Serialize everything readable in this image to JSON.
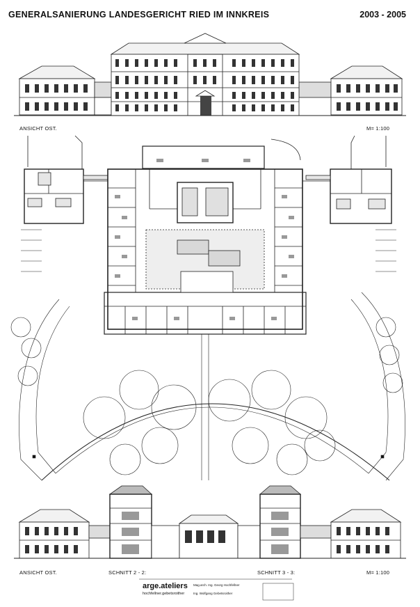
{
  "header": {
    "title": "GENERALSANIERUNG LANDESGERICHT RIED IM INNKREIS",
    "years": "2003 - 2005"
  },
  "labels": {
    "top_view": "ANSICHT OST.",
    "top_scale": "M= 1:100",
    "bottom_view": "ANSICHT OST.",
    "section_a": "SCHNITT 2 - 2:",
    "section_b": "SCHNITT 3 - 3:",
    "bottom_scale": "M= 1:100"
  },
  "footer": {
    "brand": "arge.ateliers",
    "brand_sub": "hochfellner.gebetsroither",
    "credit_1": "Mag.arch. Ing. Georg Hochfellner",
    "credit_2": "Ing. Wolfgang Gebetsroither"
  }
}
